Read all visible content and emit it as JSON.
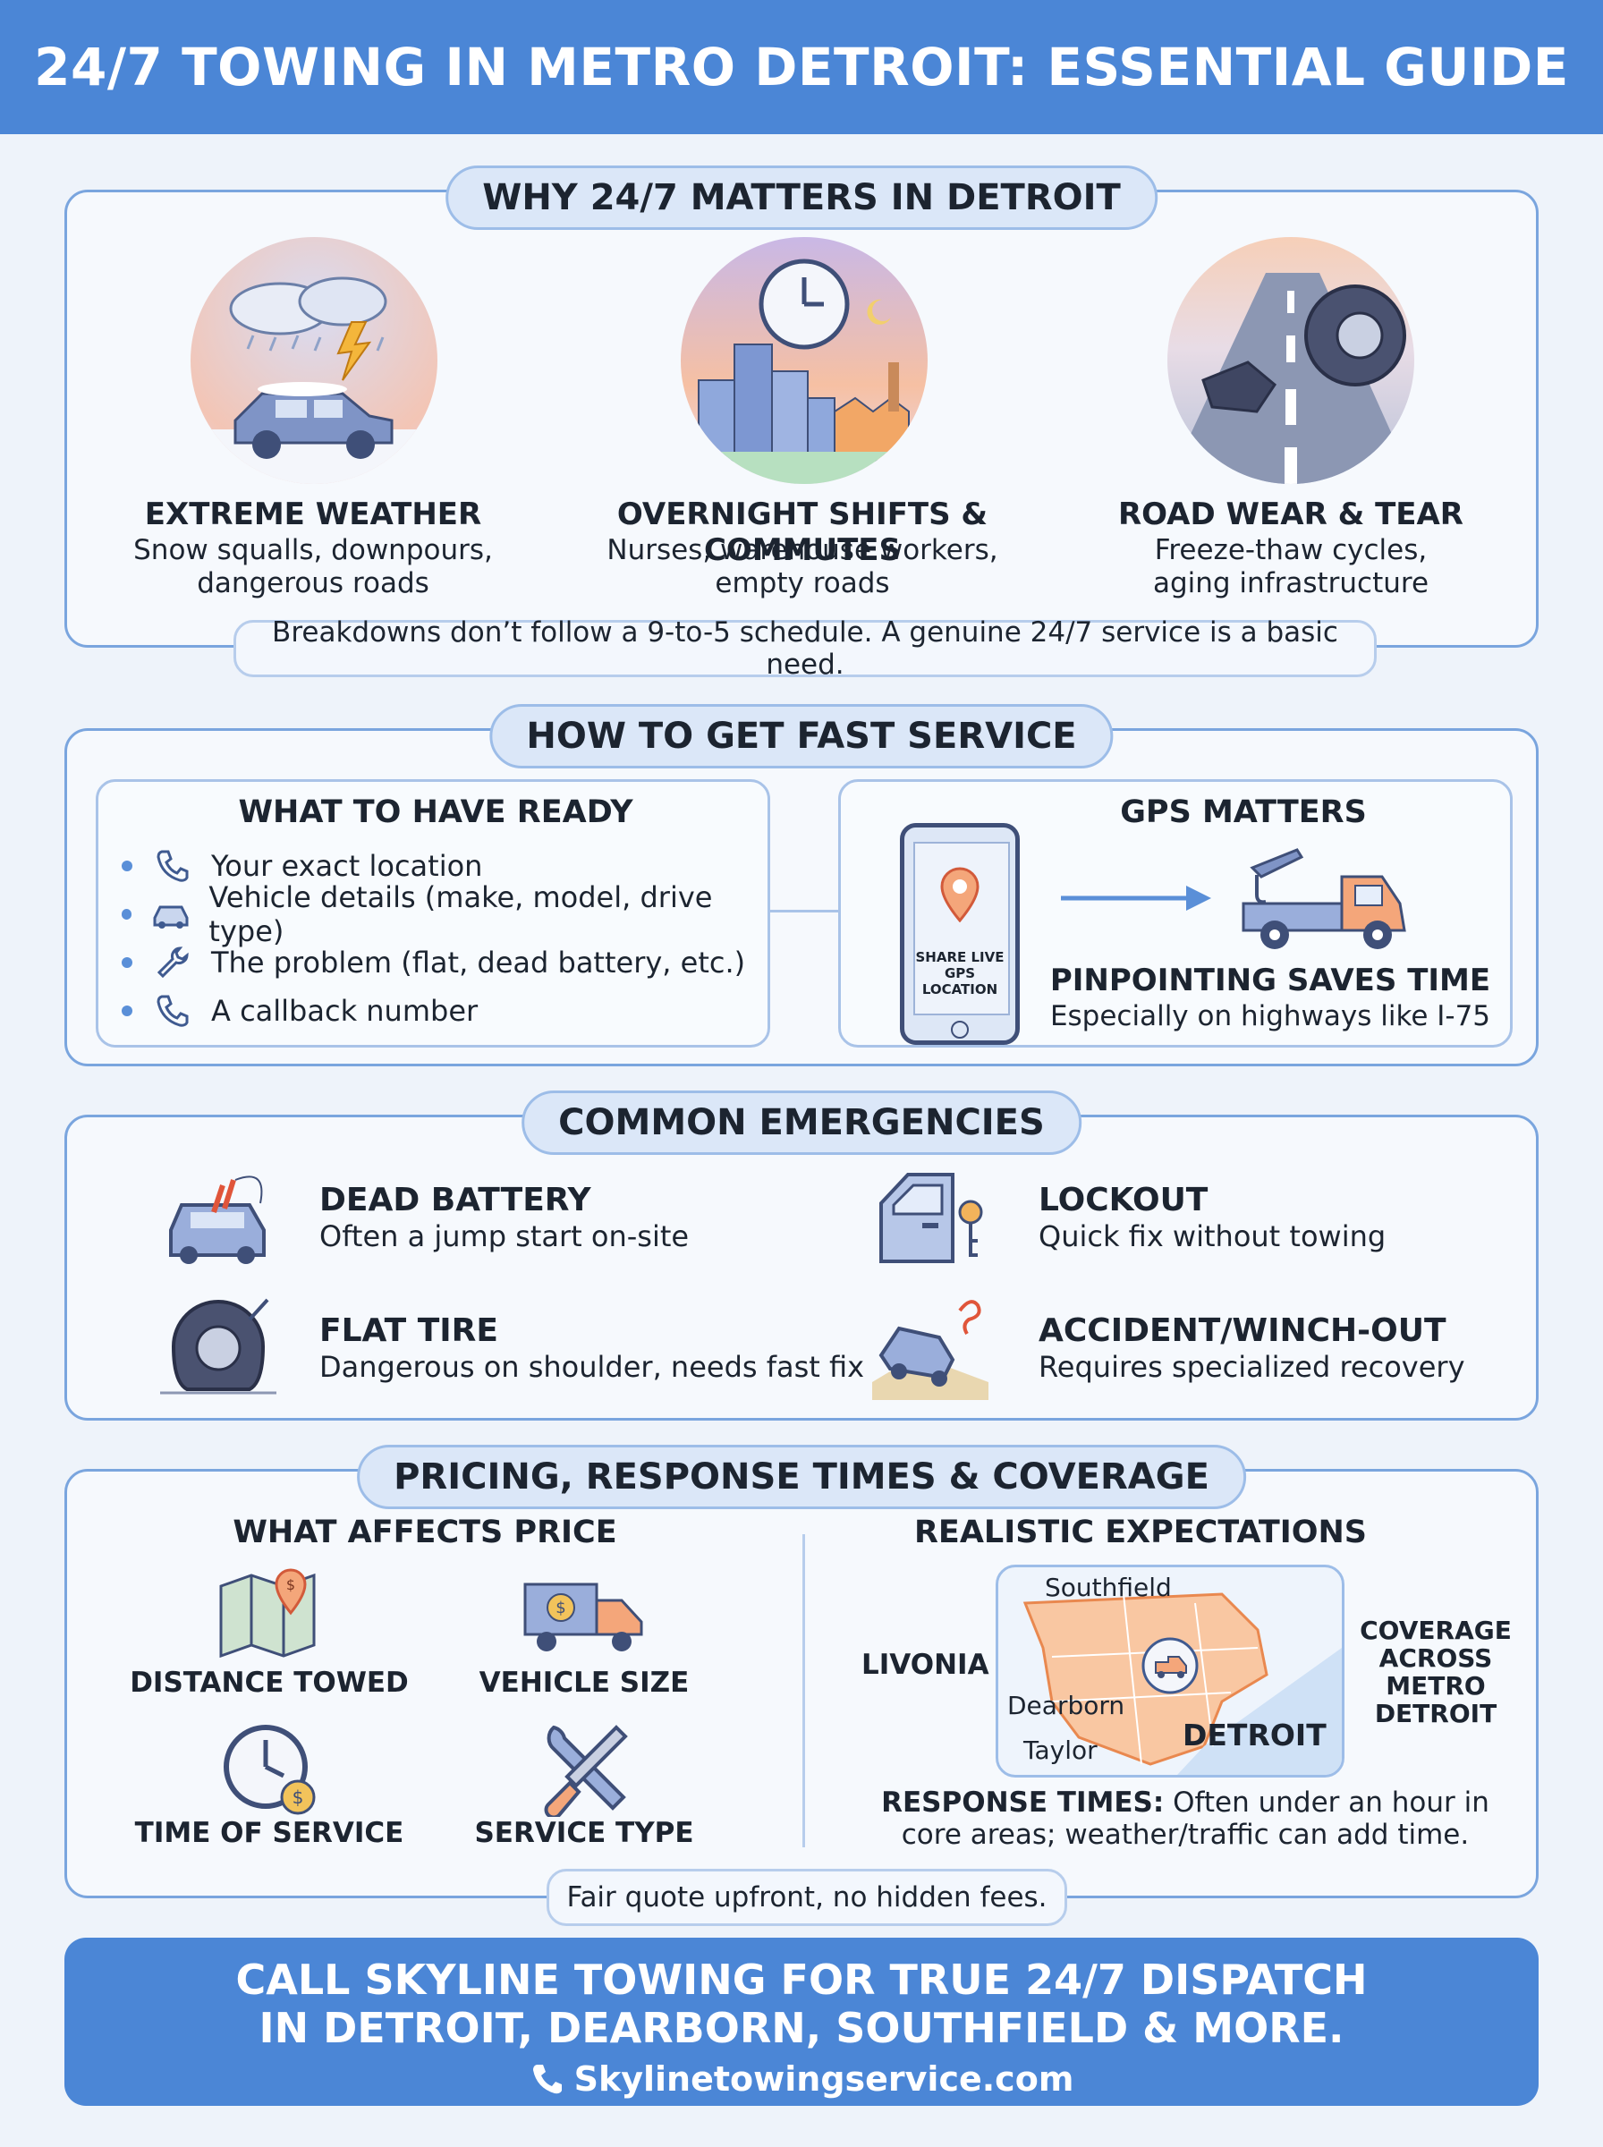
{
  "header": {
    "title": "24/7 TOWING IN METRO DETROIT: ESSENTIAL GUIDE"
  },
  "why": {
    "heading": "WHY 24/7 MATTERS IN DETROIT",
    "items": [
      {
        "title": "EXTREME WEATHER",
        "desc": "Snow squalls, downpours,\ndangerous roads",
        "icon": "storm-car-icon"
      },
      {
        "title": "OVERNIGHT SHIFTS & COMMUTES",
        "desc": "Nurses, warehouse workers,\nempty roads",
        "icon": "city-clock-icon"
      },
      {
        "title": "ROAD WEAR & TEAR",
        "desc": "Freeze-thaw cycles,\naging infrastructure",
        "icon": "pothole-tire-icon"
      }
    ],
    "note": "Breakdowns don’t follow a 9-to-5 schedule. A genuine 24/7 service is a basic need."
  },
  "fast": {
    "heading": "HOW TO GET FAST SERVICE",
    "ready": {
      "title": "WHAT TO HAVE READY",
      "items": [
        {
          "label": "Your exact location",
          "icon": "phone-icon"
        },
        {
          "label": "Vehicle details (make, model, drive type)",
          "icon": "car-icon"
        },
        {
          "label": "The problem (flat, dead battery, etc.)",
          "icon": "wrench-icon"
        },
        {
          "label": "A callback number",
          "icon": "phone-icon"
        }
      ]
    },
    "gps": {
      "title": "GPS MATTERS",
      "phone_text": "SHARE LIVE GPS LOCATION",
      "subtitle": "PINPOINTING SAVES TIME",
      "desc": "Especially on highways like I-75"
    }
  },
  "emergencies": {
    "heading": "COMMON EMERGENCIES",
    "items": [
      {
        "title": "DEAD BATTERY",
        "desc": "Often a jump start on-site",
        "icon": "battery-car-icon"
      },
      {
        "title": "LOCKOUT",
        "desc": "Quick fix without towing",
        "icon": "door-key-icon"
      },
      {
        "title": "FLAT TIRE",
        "desc": "Dangerous on shoulder, needs fast fix",
        "icon": "flat-tire-icon"
      },
      {
        "title": "ACCIDENT/WINCH-OUT",
        "desc": "Requires specialized recovery",
        "icon": "winch-car-icon"
      }
    ]
  },
  "pricing": {
    "heading": "PRICING, RESPONSE TIMES & COVERAGE",
    "affects": {
      "title": "WHAT AFFECTS PRICE",
      "items": [
        {
          "label": "DISTANCE TOWED",
          "icon": "map-pin-dollar-icon"
        },
        {
          "label": "VEHICLE SIZE",
          "icon": "truck-dollar-icon"
        },
        {
          "label": "TIME OF SERVICE",
          "icon": "clock-dollar-icon"
        },
        {
          "label": "SERVICE TYPE",
          "icon": "tools-icon"
        }
      ]
    },
    "expect": {
      "title": "REALISTIC EXPECTATIONS",
      "map_labels": {
        "southfield": "Southfield",
        "livonia": "LIVONIA",
        "dearborn": "Dearborn",
        "taylor": "Taylor",
        "detroit": "DETROIT"
      },
      "coverage": "COVERAGE\nACROSS\nMETRO\nDETROIT",
      "response_label": "RESPONSE TIMES:",
      "response_text": " Often under an hour in core areas; weather/traffic can add time."
    },
    "note": "Fair quote upfront, no hidden fees."
  },
  "cta": {
    "line1": "CALL SKYLINE TOWING FOR TRUE 24/7 DISPATCH",
    "line2": "IN DETROIT, DEARBORN, SOUTHFIELD & MORE.",
    "url": "Skylinetowingservice.com"
  },
  "colors": {
    "accent": "#4b86d6",
    "border": "#7aa5de",
    "background": "#eef3fa",
    "orange": "#f29a5b"
  }
}
